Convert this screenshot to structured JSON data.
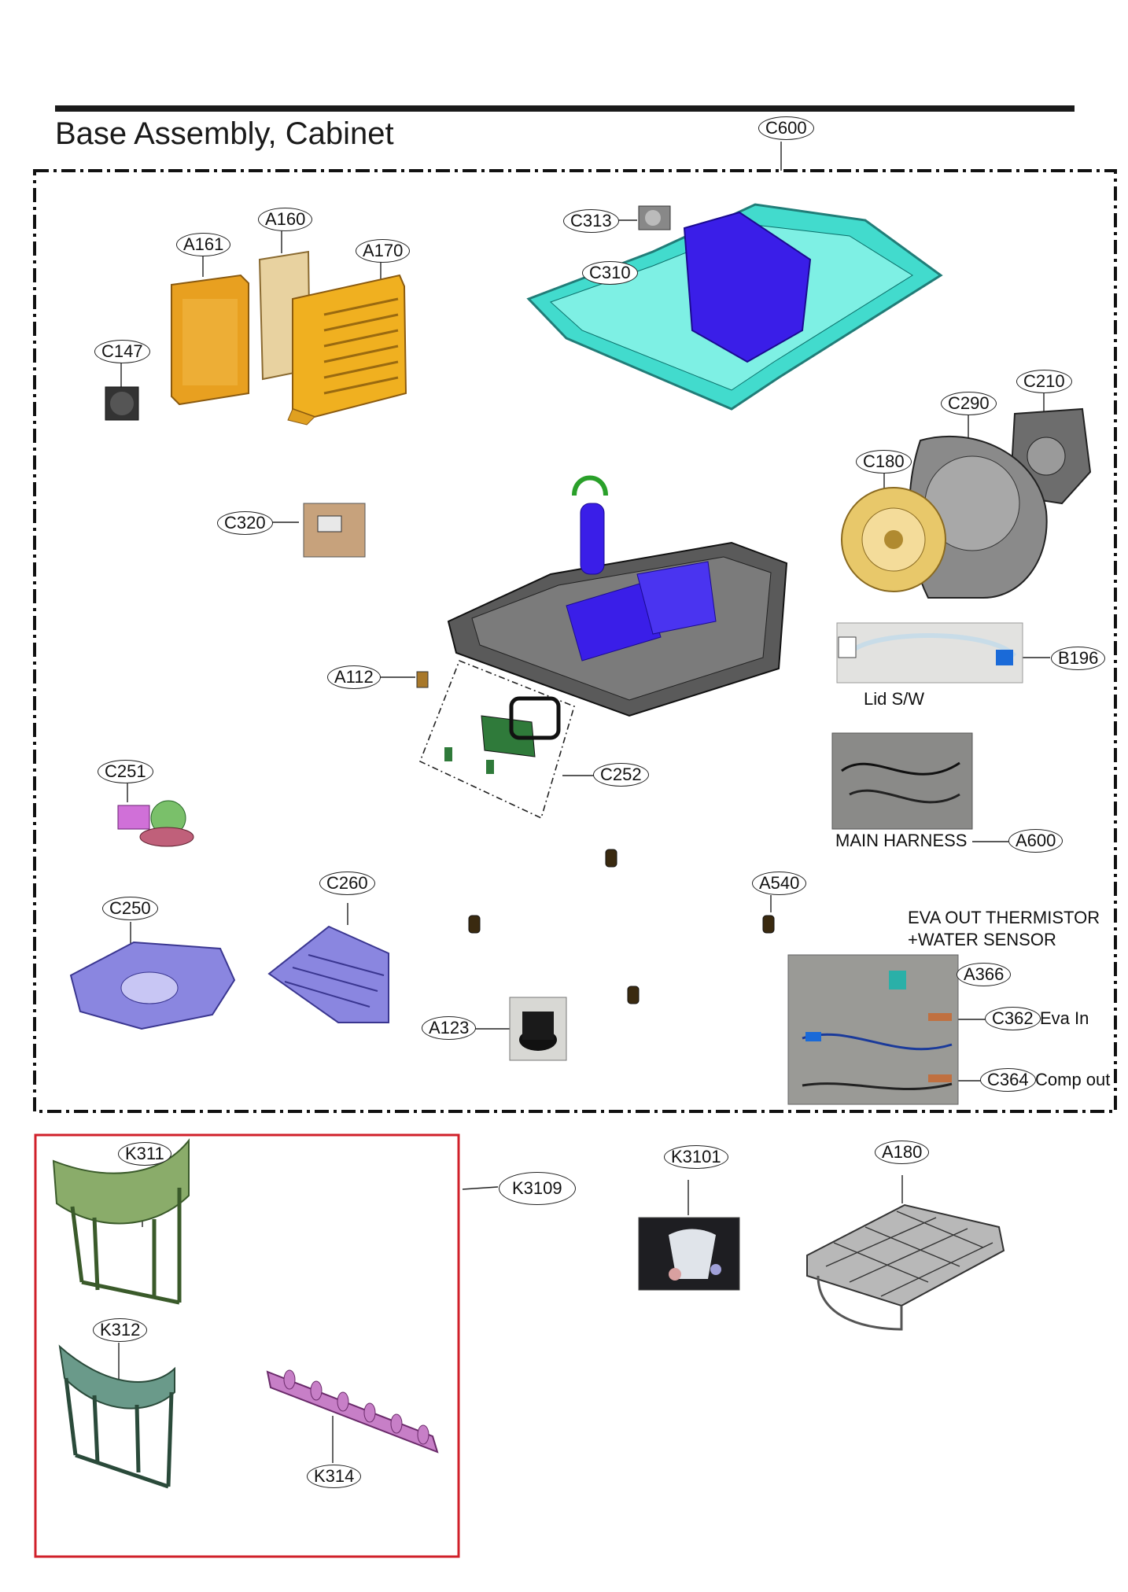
{
  "title": "Base Assembly, Cabinet",
  "labels": {
    "c600": "C600",
    "a161": "A161",
    "a160": "A160",
    "a170": "A170",
    "c147": "C147",
    "c313": "C313",
    "c310": "C310",
    "c210": "C210",
    "c290": "C290",
    "c180": "C180",
    "c320": "C320",
    "b196": "B196",
    "a112": "A112",
    "c251": "C251",
    "c252": "C252",
    "a600": "A600",
    "c260": "C260",
    "a540": "A540",
    "c250": "C250",
    "a366": "A366",
    "c362": "C362",
    "c364": "C364",
    "a123": "A123",
    "k311": "K311",
    "k3109": "K3109",
    "k3101": "K3101",
    "a180": "A180",
    "k312": "K312",
    "k314": "K314"
  },
  "captions": {
    "lid_sw": "Lid S/W",
    "main_harness": "MAIN HARNESS",
    "eva_out_line1": "EVA OUT  THERMISTOR",
    "eva_out_line2": "+WATER SENSOR",
    "eva_in": "Eva In",
    "comp_out": "Comp out"
  },
  "colors": {
    "orange": "#e8a020",
    "gold": "#e0b84a",
    "teal": "#2ed8c8",
    "blue": "#3a1ee8",
    "grey": "#6d6d6d",
    "lavender": "#8a86e0",
    "green": "#7a9a6a",
    "pink": "#c77fc7",
    "red_box": "#d0202a"
  }
}
